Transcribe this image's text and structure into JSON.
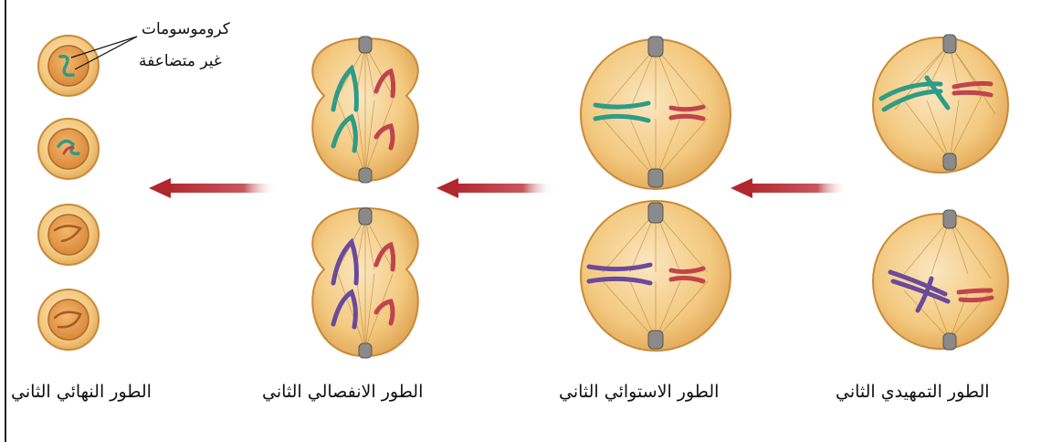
{
  "stages": [
    {
      "id": "prophase-ii",
      "label": "الطور التمهيدي الثاني"
    },
    {
      "id": "metaphase-ii",
      "label": "الطور الاستوائي الثاني"
    },
    {
      "id": "anaphase-ii",
      "label": "الطور الانفصالي الثاني"
    },
    {
      "id": "telophase-ii",
      "label": "الطور النهائي الثاني"
    }
  ],
  "callout": {
    "line1": "كروموسومات",
    "line2": "غير متضاعفة"
  },
  "colors": {
    "cell_fill": "#f6d49a",
    "cell_edge": "#c98a3a",
    "arrow": "#b2262e",
    "chromosome_green": "#2e9c86",
    "chromosome_red": "#c0444d",
    "chromosome_purple": "#6a4a9a"
  },
  "arrow_direction": "right-to-left"
}
